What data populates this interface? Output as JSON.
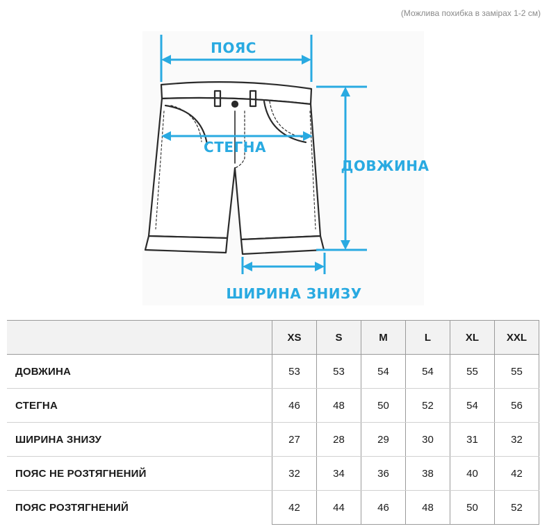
{
  "note": "(Можлива похибка в замірах 1-2 см)",
  "diagram": {
    "labels": {
      "waist": "ПОЯС",
      "hips": "СТЕГНА",
      "length": "ДОВЖИНА",
      "hem_width": "ШИРИНА ЗНИЗУ"
    },
    "accent_color": "#29aae1"
  },
  "table": {
    "sizes": [
      "XS",
      "S",
      "M",
      "L",
      "XL",
      "XXL"
    ],
    "rows": [
      {
        "name": "ДОВЖИНА",
        "values": [
          "53",
          "53",
          "54",
          "54",
          "55",
          "55"
        ]
      },
      {
        "name": "СТЕГНА",
        "values": [
          "46",
          "48",
          "50",
          "52",
          "54",
          "56"
        ]
      },
      {
        "name": "ШИРИНА ЗНИЗУ",
        "values": [
          "27",
          "28",
          "29",
          "30",
          "31",
          "32"
        ]
      },
      {
        "name": "ПОЯС НЕ РОЗТЯГНЕНИЙ",
        "values": [
          "32",
          "34",
          "36",
          "38",
          "40",
          "42"
        ]
      },
      {
        "name": "ПОЯС РОЗТЯГНЕНИЙ",
        "values": [
          "42",
          "44",
          "46",
          "48",
          "50",
          "52"
        ]
      }
    ]
  }
}
